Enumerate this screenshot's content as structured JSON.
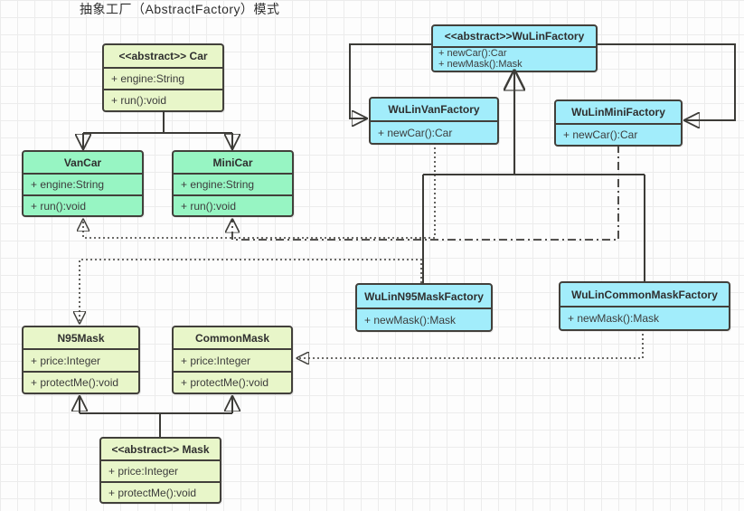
{
  "title": "抽象工厂（AbstractFactory）模式",
  "colors": {
    "green": "#e8f6c9",
    "mint": "#97f5c3",
    "cyan": "#a2edfb",
    "border": "#42403b",
    "line": "#3c3b37",
    "grid": "#ececec"
  },
  "classes": {
    "car": {
      "title": "<<abstract>> Car",
      "rows": [
        "+ engine:String",
        "+ run():void"
      ]
    },
    "vanCar": {
      "title": "VanCar",
      "rows": [
        "+ engine:String",
        "+ run():void"
      ]
    },
    "miniCar": {
      "title": "MiniCar",
      "rows": [
        "+ engine:String",
        "+ run():void"
      ]
    },
    "wuLinFactory": {
      "title": "<<abstract>>WuLinFactory",
      "rows": [
        "+ newCar():Car",
        "+ newMask():Mask"
      ]
    },
    "wuLinVanFactory": {
      "title": "WuLinVanFactory",
      "rows": [
        "+ newCar():Car"
      ]
    },
    "wuLinMiniFactory": {
      "title": "WuLinMiniFactory",
      "rows": [
        "+ newCar():Car"
      ]
    },
    "wuLinN95MaskFactory": {
      "title": "WuLinN95MaskFactory",
      "rows": [
        "+ newMask():Mask"
      ]
    },
    "wuLinCommonMaskFactory": {
      "title": "WuLinCommonMaskFactory",
      "rows": [
        "+ newMask():Mask"
      ]
    },
    "n95Mask": {
      "title": "N95Mask",
      "rows": [
        "+ price:Integer",
        "+ protectMe():void"
      ]
    },
    "commonMask": {
      "title": "CommonMask",
      "rows": [
        "+ price:Integer",
        "+ protectMe():void"
      ]
    },
    "mask": {
      "title": "<<abstract>> Mask",
      "rows": [
        "+ price:Integer",
        "+ protectMe():void"
      ]
    }
  },
  "relationships": [
    {
      "from": "Car",
      "to": "VanCar",
      "line": "solid",
      "arrow": "filled"
    },
    {
      "from": "Car",
      "to": "MiniCar",
      "line": "solid",
      "arrow": "filled"
    },
    {
      "from": "WuLinFactory",
      "to": "WuLinVanFactory",
      "line": "solid",
      "arrow": "filled"
    },
    {
      "from": "WuLinFactory",
      "to": "WuLinMiniFactory",
      "line": "solid",
      "arrow": "filled"
    },
    {
      "from": "WuLinN95MaskFactory",
      "to": "WuLinFactory",
      "line": "solid",
      "arrow": "filled"
    },
    {
      "from": "WuLinCommonMaskFactory",
      "to": "WuLinFactory",
      "line": "solid",
      "arrow": "filled"
    },
    {
      "from": "WuLinVanFactory",
      "to": "VanCar",
      "line": "dotted",
      "arrow": "filled"
    },
    {
      "from": "WuLinMiniFactory",
      "to": "MiniCar",
      "line": "dash-dot",
      "arrow": "filled"
    },
    {
      "from": "WuLinN95MaskFactory",
      "to": "N95Mask",
      "line": "dotted",
      "arrow": "filled"
    },
    {
      "from": "WuLinCommonMaskFactory",
      "to": "CommonMask",
      "line": "dotted",
      "arrow": "filled"
    },
    {
      "from": "Mask",
      "to": "N95Mask",
      "line": "solid",
      "arrow": "filled"
    },
    {
      "from": "Mask",
      "to": "CommonMask",
      "line": "solid",
      "arrow": "filled"
    }
  ]
}
